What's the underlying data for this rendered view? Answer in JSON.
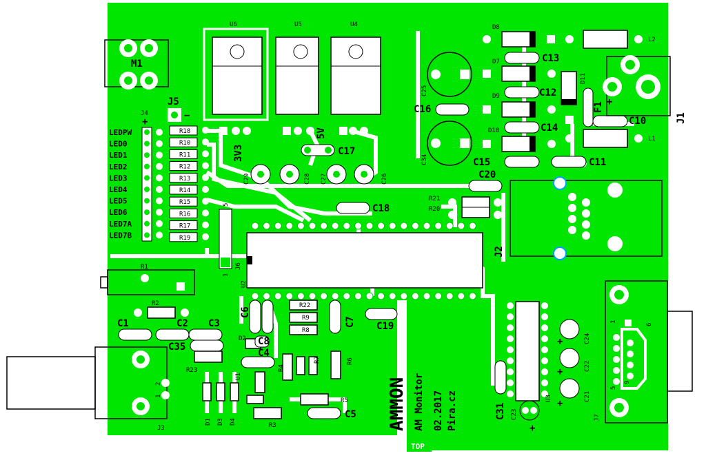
{
  "board": {
    "copper_color": "#00e600",
    "silkscreen_color": "#000000",
    "clearance_color": "#ffffff",
    "title_line1": "AMMON",
    "title_line2": "AM Monitor",
    "date": "02.2017",
    "author": "Pira.cz",
    "layer": "TOP"
  },
  "labels": {
    "M1": "M1",
    "J5": "J5",
    "J4": "J4",
    "J5_minus": "−",
    "J4_plus": "+",
    "U6": "U6",
    "U5": "U5",
    "U4": "U4",
    "v33": "3V3",
    "v5": "5V",
    "C17": "C17",
    "C18": "C18",
    "C20": "C20",
    "C16": "C16",
    "C25": "C25",
    "C34": "C34",
    "D8": "D8",
    "D7": "D7",
    "D9": "D9",
    "D10": "D10",
    "D11": "D11",
    "C13": "C13",
    "C12": "C12",
    "C14": "C14",
    "C15": "C15",
    "C11": "C11",
    "C10": "C10",
    "F1": "F1",
    "J1": "J1",
    "L1": "L1",
    "L2": "L2",
    "R21": "R21",
    "R20": "R20",
    "J2": "J2",
    "C29": "C29",
    "C28": "C28",
    "C27": "C27",
    "C26": "C26",
    "J6": "J6",
    "U2": "U2",
    "R1": "R1",
    "R2": "R2",
    "C1": "C1",
    "C2": "C2",
    "C3": "C3",
    "C35": "C35",
    "R23": "R23",
    "C6": "C6",
    "C7": "C7",
    "C19": "C19",
    "C8": "C8",
    "C4": "C4",
    "C5": "C5",
    "R22": "R22",
    "R9": "R9",
    "R8": "R8",
    "R4": "R4",
    "R7": "R7",
    "R6": "R6",
    "R5": "R5",
    "R3": "R3",
    "D1": "D1",
    "D2": "D2",
    "D3": "D3",
    "D4": "D4",
    "U1": "U1",
    "J3": "J3",
    "C31": "C31",
    "C23": "C23",
    "U3": "U3",
    "C24": "C24",
    "C22": "C22",
    "C21": "C21",
    "J7": "J7",
    "pin1": "1",
    "pin2": "2",
    "pin6": "6",
    "pin5": "5",
    "pin9": "9",
    "pin1b": "1",
    "pin5b": "5"
  },
  "led_labels": [
    "LEDPW",
    "LED0",
    "LED1",
    "LED2",
    "LED3",
    "LED4",
    "LED5",
    "LED6",
    "LED7A",
    "LED7B"
  ],
  "resistor_array": [
    "R18",
    "R10",
    "R11",
    "R12",
    "R13",
    "R14",
    "R15",
    "R16",
    "R17",
    "R19"
  ]
}
